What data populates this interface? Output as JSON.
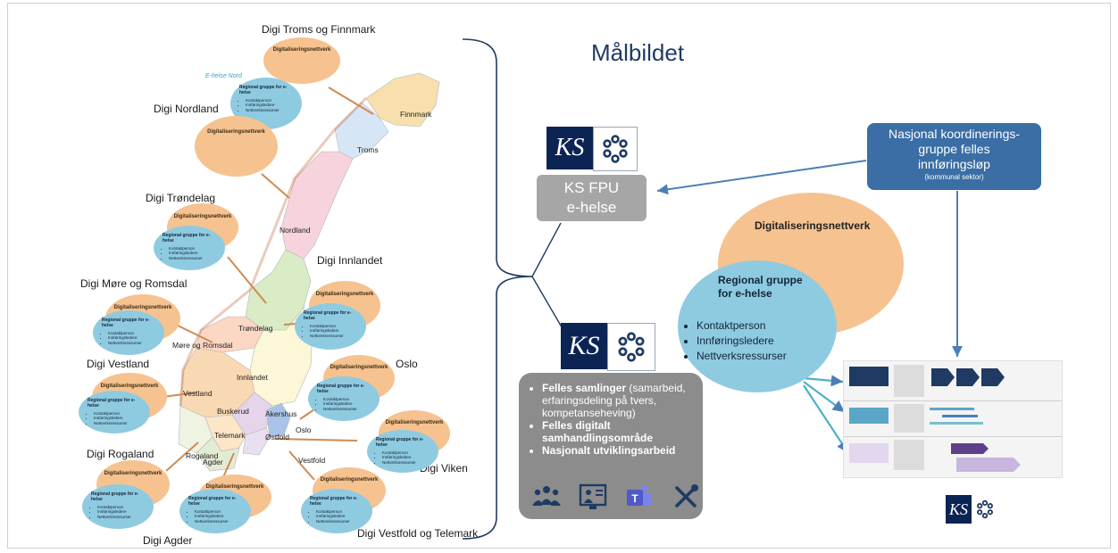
{
  "main_title": "Målbildet",
  "regions": {
    "troms_finnmark": "Digi Troms og Finnmark",
    "nordland": "Digi Nordland",
    "trondelag": "Digi Trøndelag",
    "innlandet": "Digi Innlandet",
    "more_romsdal": "Digi Møre og Romsdal",
    "vestland": "Digi Vestland",
    "oslo": "Oslo",
    "rogaland": "Digi Rogaland",
    "viken": "Digi Viken",
    "agder": "Digi Agder",
    "vestfold_telemark": "Digi Vestfold og Telemark"
  },
  "ehelse_nord": "E-helse Nord",
  "bubble": {
    "network": "Digitaliseringsnettverk",
    "group": "Regional gruppe for e-helse",
    "items": [
      "Kontaktperson",
      "Innføringsledere",
      "Nettverksressurser"
    ]
  },
  "map_labels": {
    "finnmark": "Finnmark",
    "troms": "Troms",
    "nordland": "Nordland",
    "trondelag": "Trøndelag",
    "more_romsdal": "Møre og Romsdal",
    "innlandet": "Innlandet",
    "vestland": "Vestland",
    "buskerud": "Buskerud",
    "akershus": "Akershus",
    "oslo": "Oslo",
    "ostfold": "Østfold",
    "telemark": "Telemark",
    "rogaland": "Rogaland",
    "agder": "Agder",
    "vestfold": "Vestfold"
  },
  "ks_logo_text": "KS",
  "fpu": {
    "line1": "KS FPU",
    "line2": "e-helse"
  },
  "nasjonal": {
    "line1": "Nasjonal koordinerings-",
    "line2": "gruppe felles",
    "line3": "innføringsløp",
    "small": "(kommunal sektor)"
  },
  "gray_box": {
    "item1_bold": "Felles samlinger",
    "item1_rest": " (samarbeid, erfaringsdeling på tvers, kompetanseheving)",
    "item2": "Felles digitalt samhandlingsområde",
    "item3": "Nasjonalt utviklingsarbeid",
    "icons": [
      "people-group-icon",
      "screen-presentation-icon",
      "teams-icon",
      "tools-icon"
    ]
  },
  "big_network": "Digitaliseringsnettverk",
  "big_group": {
    "line1": "Regional gruppe",
    "line2": "for e-helse"
  },
  "big_items": [
    "Kontaktperson",
    "Innføringsledere",
    "Nettverksressurser"
  ],
  "colors": {
    "orange": "#f6c290",
    "light_blue": "#8fcbe0",
    "navy": "#0c2454",
    "steel_blue": "#3a6ea5",
    "gray": "#8c8c8c",
    "title_blue": "#1f3b63"
  }
}
